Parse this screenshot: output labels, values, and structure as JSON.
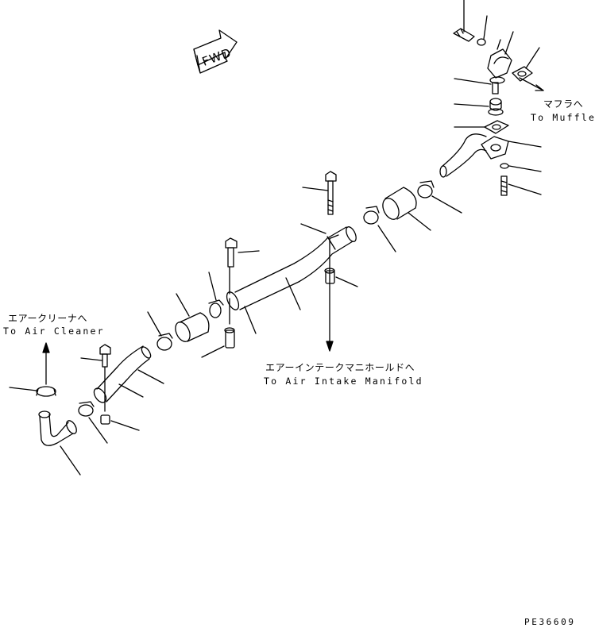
{
  "fwd_label": "FWD",
  "muffler": {
    "jp": "マフラへ",
    "en": "To Muffler"
  },
  "air_cleaner": {
    "jp": "エアークリーナへ",
    "en": "To Air Cleaner"
  },
  "intake": {
    "jp": "エアーインテークマニホールドへ",
    "en": "To Air Intake Manifold"
  },
  "drawing_code": "PE36609",
  "colors": {
    "line": "#000000",
    "background": "#ffffff"
  }
}
